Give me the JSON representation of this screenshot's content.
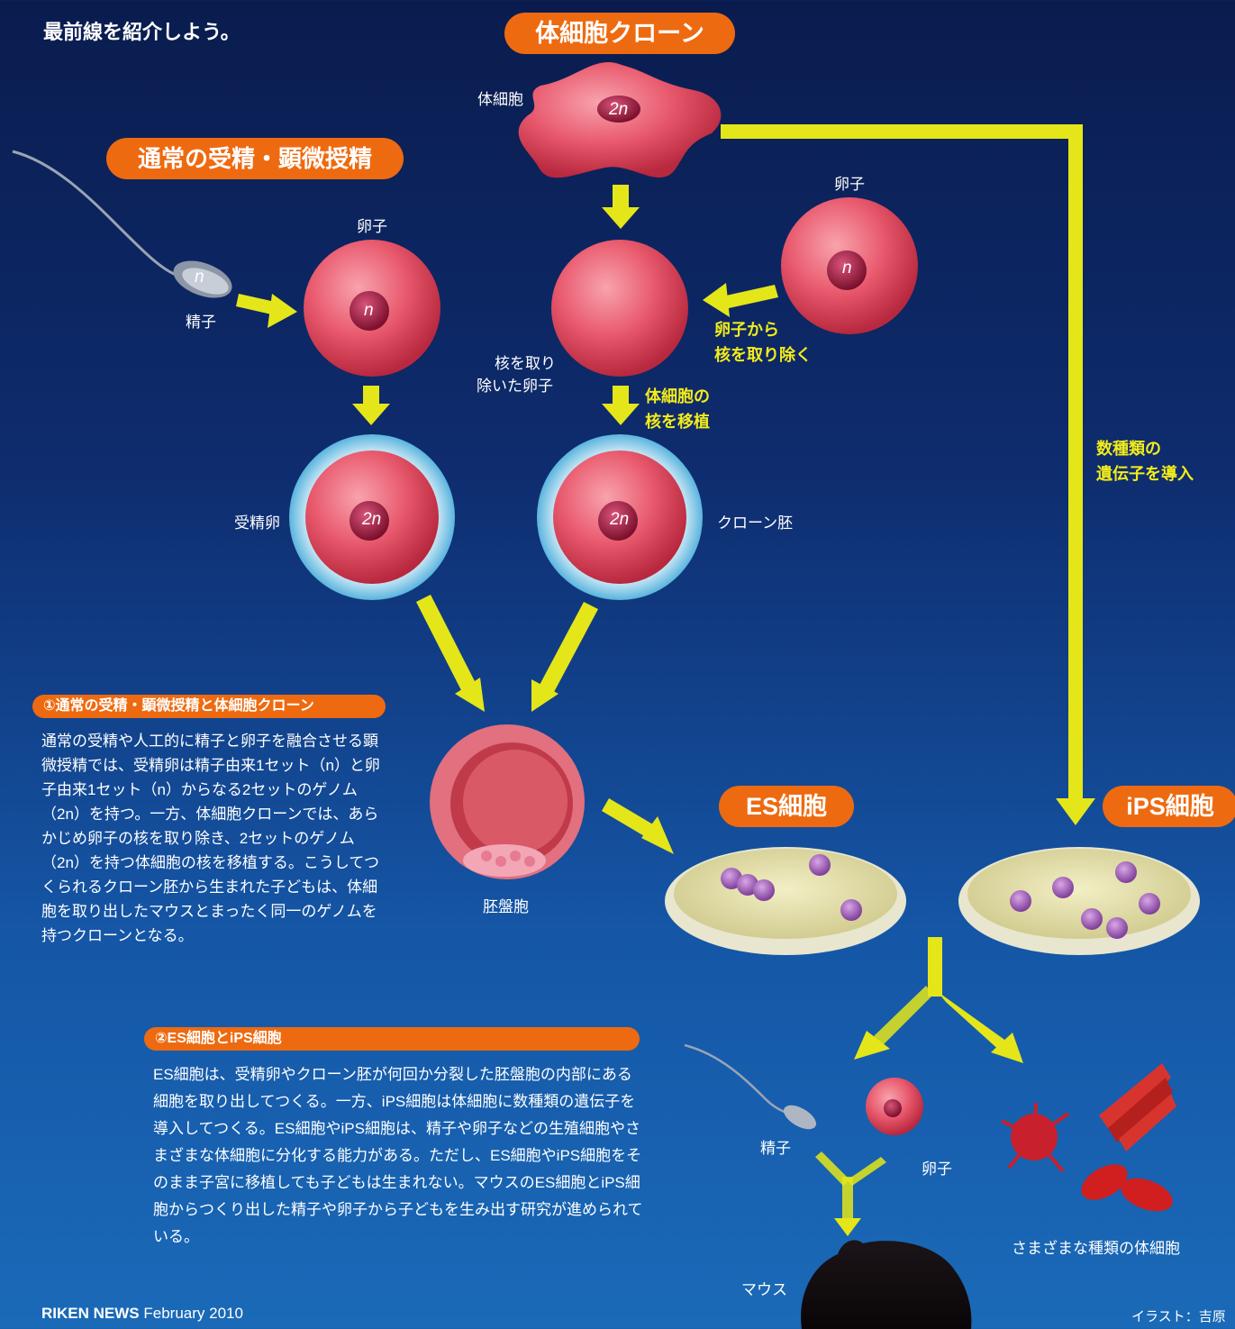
{
  "intro": "最前線を紹介しよう。",
  "sections": {
    "somatic_clone": "体細胞クローン",
    "normal_fertilization": "通常の受精・顕微授精",
    "es_cell": "ES細胞",
    "ips_cell": "iPS細胞"
  },
  "labels": {
    "somatic_cell": "体細胞",
    "egg_top": "卵子",
    "egg_left": "卵子",
    "sperm_left": "精子",
    "enucleated_egg_1": "核を取り",
    "enucleated_egg_2": "除いた卵子",
    "fertilized_egg": "受精卵",
    "clone_embryo": "クローン胚",
    "blastocyst": "胚盤胞",
    "sperm_bottom": "精子",
    "egg_bottom": "卵子",
    "mouse": "マウス",
    "various_somatic": "さまざまな種類の体細胞"
  },
  "cell_marks": {
    "somatic": "2n",
    "sperm": "n",
    "egg_left": "n",
    "egg_right": "n",
    "fertilized": "2n",
    "clone": "2n"
  },
  "process": {
    "remove_nucleus_1": "卵子から",
    "remove_nucleus_2": "核を取り除く",
    "transplant_1": "体細胞の",
    "transplant_2": "核を移植",
    "genes_1": "数種類の",
    "genes_2": "遺伝子を導入"
  },
  "box1": {
    "heading": "①通常の受精・顕微授精と体細胞クローン",
    "body": "通常の受精や人工的に精子と卵子を融合させる顕微授精では、受精卵は精子由来1セット（n）と卵子由来1セット（n）からなる2セットのゲノム（2n）を持つ。一方、体細胞クローンでは、あらかじめ卵子の核を取り除き、2セットのゲノム（2n）を持つ体細胞の核を移植する。こうしてつくられるクローン胚から生まれた子どもは、体細胞を取り出したマウスとまったく同一のゲノムを持つクローンとなる。"
  },
  "box2": {
    "heading": "②ES細胞とiPS細胞",
    "body": "ES細胞は、受精卵やクローン胚が何回か分裂した胚盤胞の内部にある細胞を取り出してつくる。一方、iPS細胞は体細胞に数種類の遺伝子を導入してつくる。ES細胞やiPS細胞は、精子や卵子などの生殖細胞やさまざまな体細胞に分化する能力がある。ただし、ES細胞やiPS細胞をそのまま子宮に移植しても子どもは生まれない。マウスのES細胞とiPS細胞からつくり出した精子や卵子から子どもを生み出す研究が進められている。"
  },
  "footer": {
    "brand": "RIKEN",
    "news": "NEWS",
    "date": "February 2010"
  },
  "credit": "イラスト：吉原",
  "colors": {
    "arrow": "#e4e61a",
    "pill": "#ee6a10",
    "cell": "#e8586c",
    "nucleus": "#a8183e"
  }
}
